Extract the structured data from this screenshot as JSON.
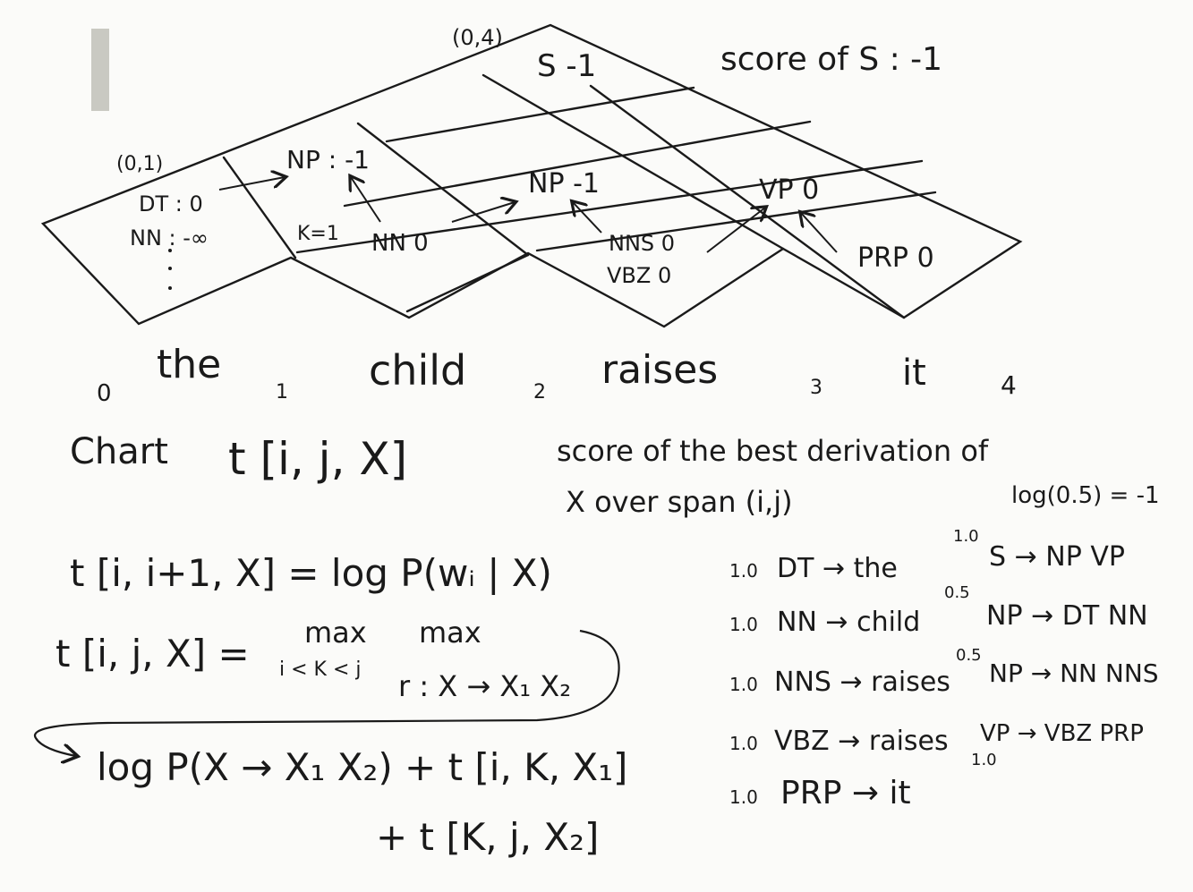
{
  "chart": {
    "span_top": "(0,4)",
    "span_left": "(0,1)",
    "score_note": "score of S : -1",
    "cells": {
      "s": "S -1",
      "np1": "NP : -1",
      "dt": "DT : 0",
      "nn_inf": "NN : -∞",
      "k": "K=1",
      "nn": "NN 0",
      "np2": "NP -1",
      "nns": "NNS 0",
      "vbz": "VBZ 0",
      "vp": "VP 0",
      "prp": "PRP 0"
    }
  },
  "sentence": {
    "words": [
      "the",
      "child",
      "raises",
      "it"
    ],
    "indices": [
      "0",
      "1",
      "2",
      "3",
      "4"
    ]
  },
  "definition": {
    "chart_label": "Chart",
    "chart_expr": "t [i, j, X]",
    "desc_line1": "score of the best derivation of",
    "desc_line2": "X over span (i,j)",
    "log_note": "log(0.5) = -1"
  },
  "equations": {
    "base": "t [i, i+1, X] = log P(wᵢ | X)",
    "rec_lhs": "t [i, j, X] =",
    "max1": "max",
    "max1_sub": "i < K < j",
    "max2": "max",
    "max2_sub": "r : X → X₁ X₂",
    "rec_rhs": "log P(X → X₁ X₂) + t [i, K, X₁]",
    "rec_rhs2": "+ t [K, j, X₂]"
  },
  "lexicon": [
    {
      "prob": "1.0",
      "rule": "DT → the"
    },
    {
      "prob": "1.0",
      "rule": "NN → child"
    },
    {
      "prob": "1.0",
      "rule": "NNS → raises"
    },
    {
      "prob": "1.0",
      "rule": "VBZ → raises"
    },
    {
      "prob": "1.0",
      "rule": "PRP → it"
    }
  ],
  "grammar": [
    {
      "prob": "1.0",
      "rule": "S → NP VP"
    },
    {
      "prob": "0.5",
      "rule": "NP → DT NN"
    },
    {
      "prob": "0.5",
      "rule": "NP → NN NNS"
    },
    {
      "prob": "1.0",
      "rule": "VP → VBZ PRP"
    }
  ]
}
